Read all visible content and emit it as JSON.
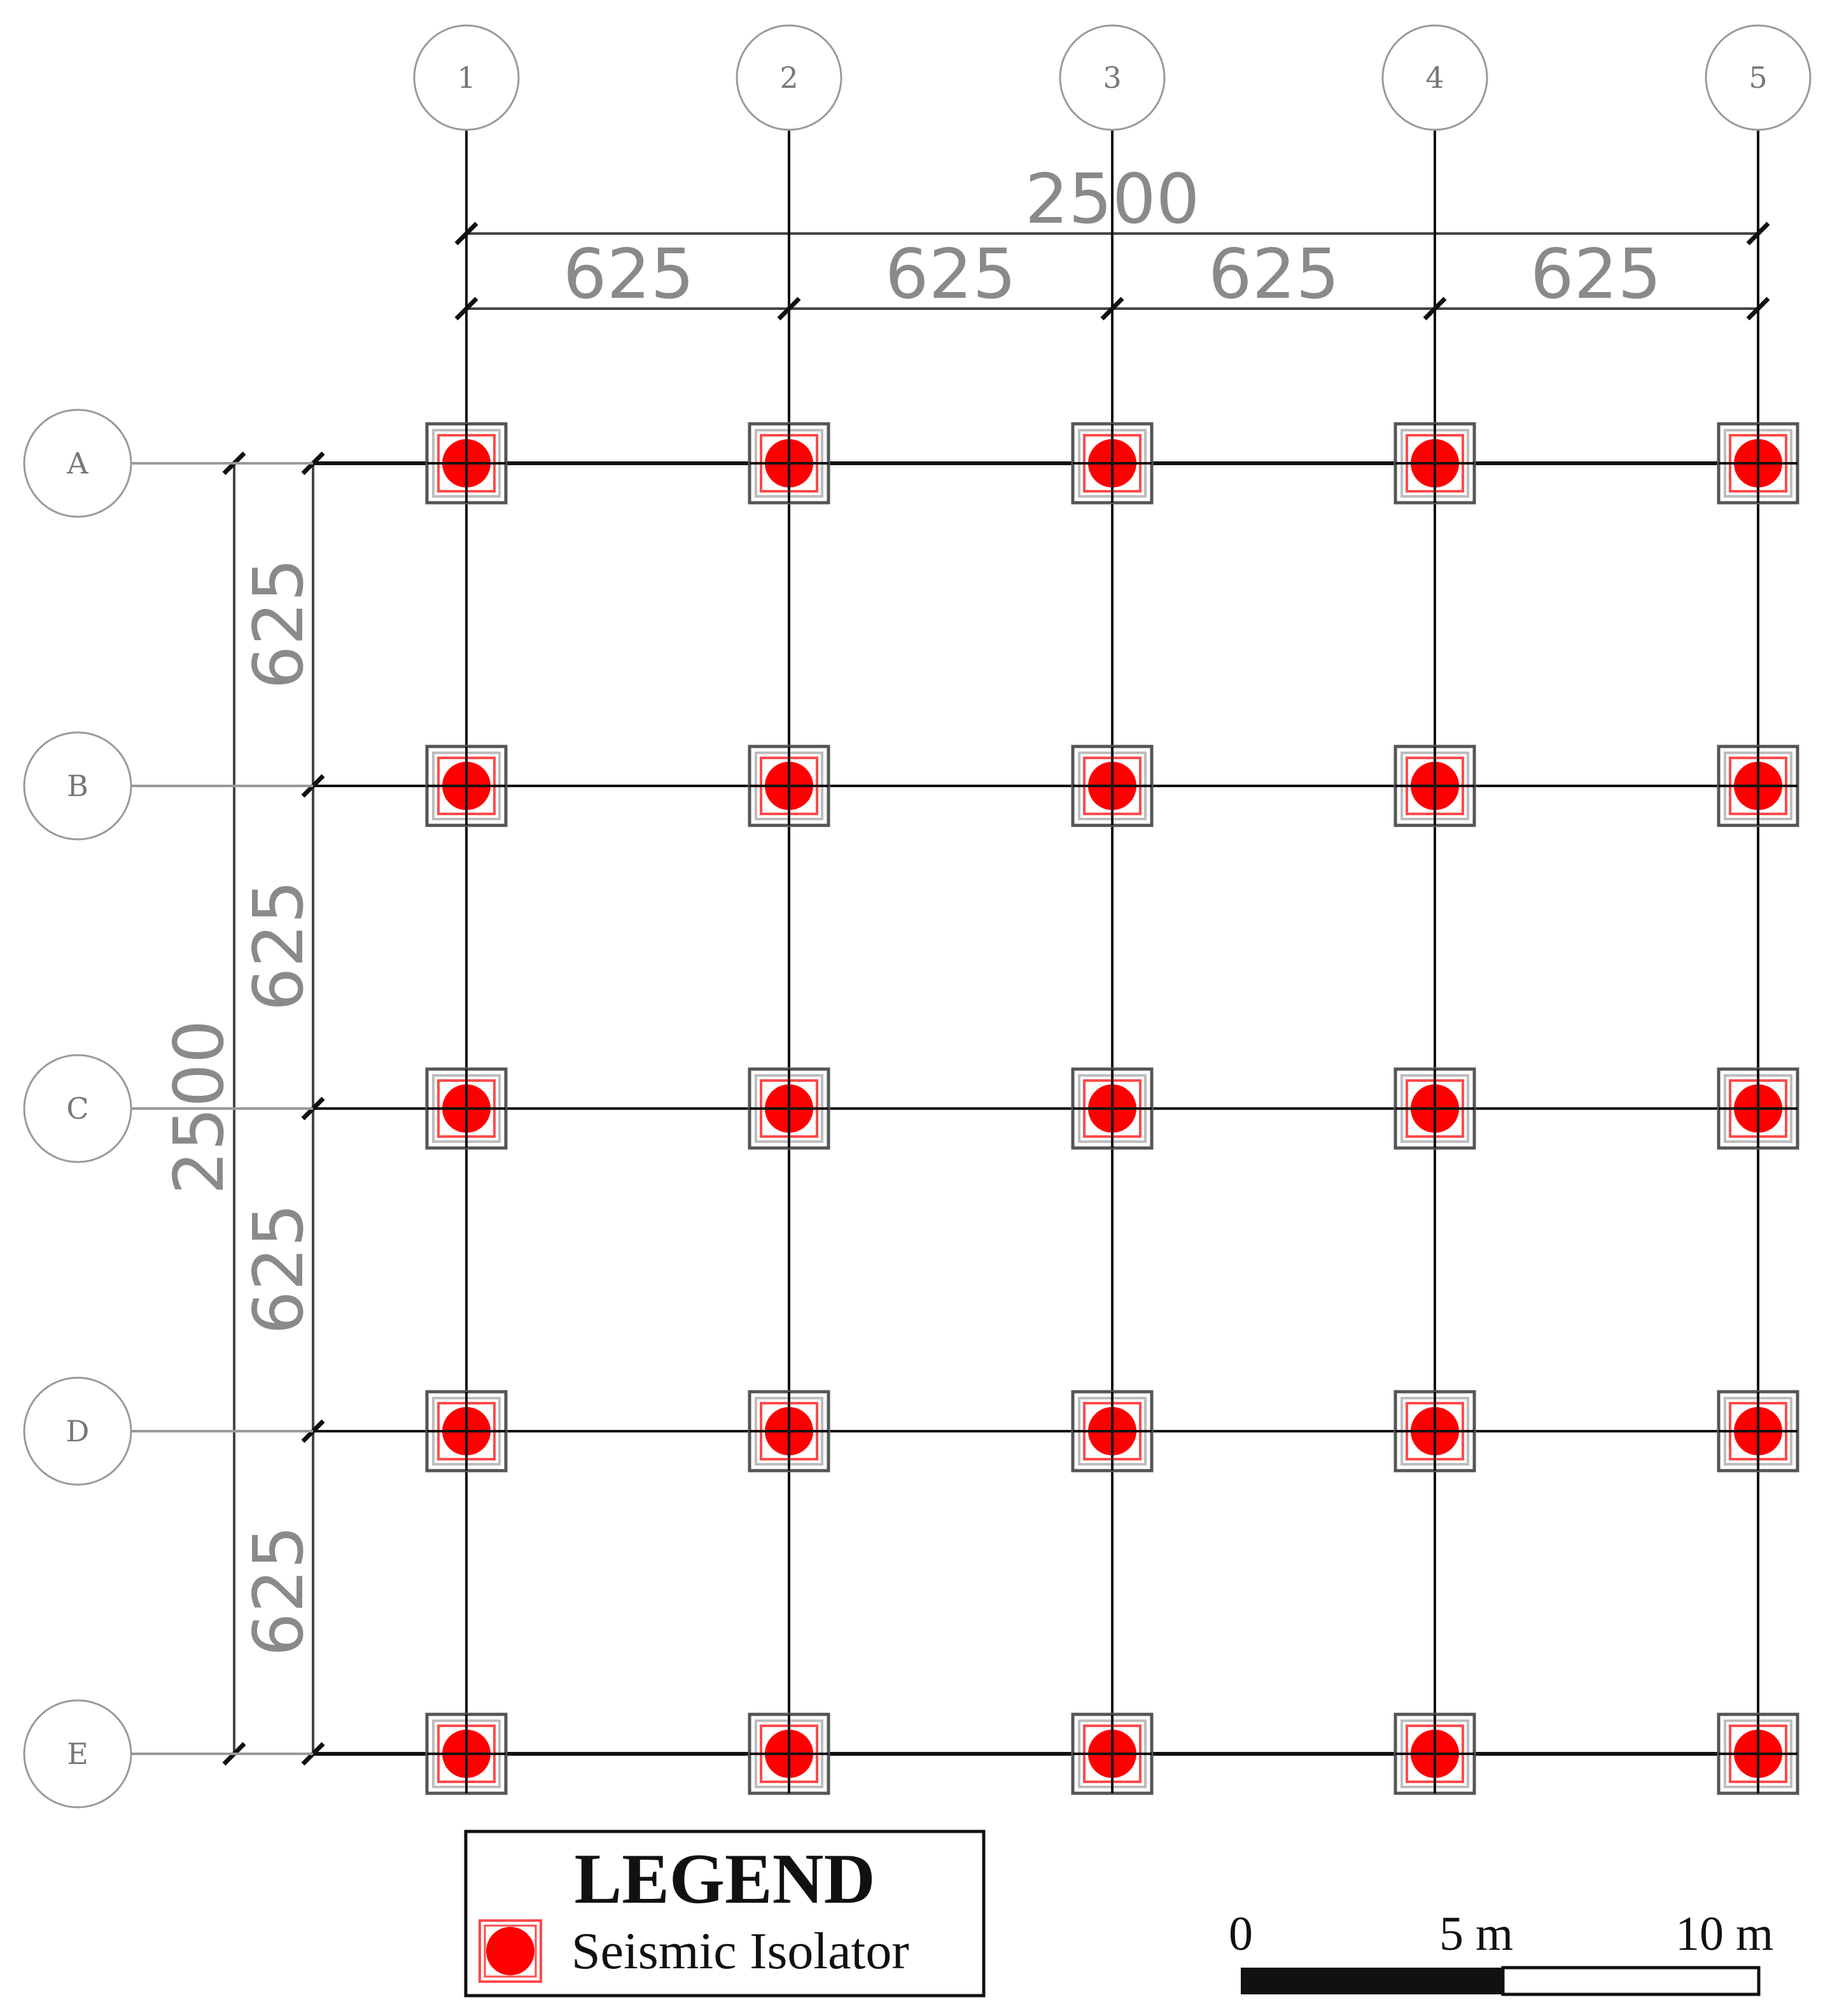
{
  "grid": {
    "columns": [
      "1",
      "2",
      "3",
      "4",
      "5"
    ],
    "rows": [
      "A",
      "B",
      "C",
      "D",
      "E"
    ]
  },
  "dimensions": {
    "top_overall": "2500",
    "top_spans": [
      "625",
      "625",
      "625",
      "625"
    ],
    "left_overall": "2500",
    "left_spans": [
      "625",
      "625",
      "625",
      "625"
    ]
  },
  "legend": {
    "title": "LEGEND",
    "item_label": "Seismic Isolator"
  },
  "scale_bar": {
    "labels": [
      "0",
      "5 m",
      "10 m"
    ]
  },
  "colors": {
    "isolator_fill": "#ff0000",
    "isolator_frame": "#ff4a4a",
    "grid_line": "#111111",
    "dimension_text": "#8a8a8a",
    "bubble_stroke": "#9a9a9a"
  }
}
